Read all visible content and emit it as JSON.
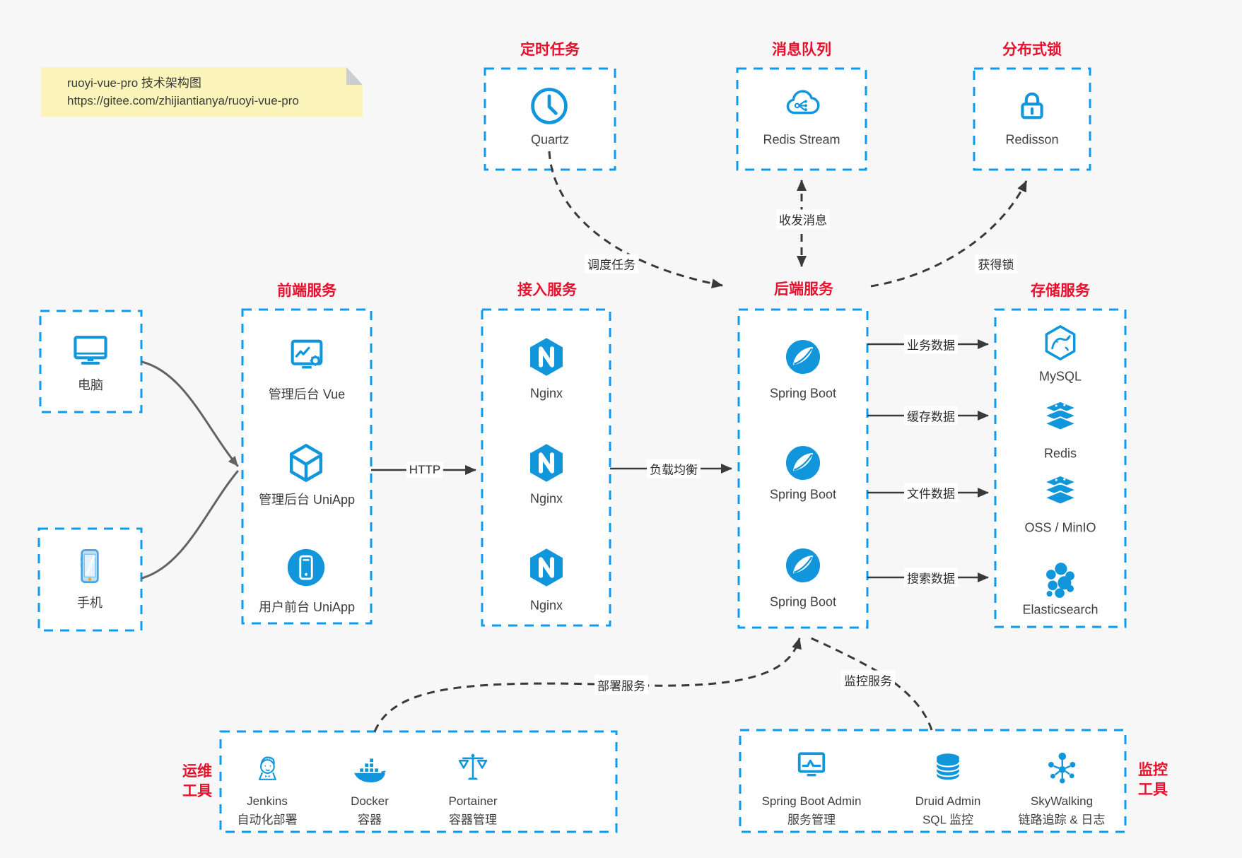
{
  "note": {
    "line1": "ruoyi-vue-pro 技术架构图",
    "line2": "https://gitee.com/zhijiantianya/ruoyi-vue-pro"
  },
  "colors": {
    "icon_blue": "#1296db",
    "border_blue": "#0d9bf0",
    "title_red": "#e8112d",
    "background": "#f7f7f7",
    "note_yellow": "#faf4ba"
  },
  "top_groups": [
    {
      "title": "定时任务",
      "icon": "clock-icon",
      "label": "Quartz"
    },
    {
      "title": "消息队列",
      "icon": "mq-cloud-icon",
      "label": "Redis Stream"
    },
    {
      "title": "分布式锁",
      "icon": "lock-icon",
      "label": "Redisson"
    }
  ],
  "clients": [
    {
      "icon": "computer-icon",
      "label": "电脑"
    },
    {
      "icon": "smartphone-icon",
      "label": "手机"
    }
  ],
  "columns": [
    {
      "title": "前端服务",
      "items": [
        {
          "icon": "admin-vue-icon",
          "label": "管理后台 Vue"
        },
        {
          "icon": "uniapp-cube-icon",
          "label": "管理后台 UniApp"
        },
        {
          "icon": "phone-circle-icon",
          "label": "用户前台 UniApp"
        }
      ]
    },
    {
      "title": "接入服务",
      "items": [
        {
          "icon": "nginx-icon",
          "label": "Nginx"
        },
        {
          "icon": "nginx-icon",
          "label": "Nginx"
        },
        {
          "icon": "nginx-icon",
          "label": "Nginx"
        }
      ]
    },
    {
      "title": "后端服务",
      "items": [
        {
          "icon": "spring-boot-icon",
          "label": "Spring Boot"
        },
        {
          "icon": "spring-boot-icon",
          "label": "Spring Boot"
        },
        {
          "icon": "spring-boot-icon",
          "label": "Spring Boot"
        }
      ]
    },
    {
      "title": "存储服务",
      "items": [
        {
          "icon": "mysql-icon",
          "label": "MySQL"
        },
        {
          "icon": "redis-icon",
          "label": "Redis"
        },
        {
          "icon": "oss-minio-icon",
          "label": "OSS / MinIO"
        },
        {
          "icon": "elasticsearch-icon",
          "label": "Elasticsearch"
        }
      ]
    }
  ],
  "edges": {
    "http": "HTTP",
    "load_balance": "负载均衡",
    "data_arrows": [
      "业务数据",
      "缓存数据",
      "文件数据",
      "搜索数据"
    ],
    "schedule": "调度任务",
    "messages": "收发消息",
    "acquire_lock": "获得锁",
    "deploy": "部署服务",
    "monitor": "监控服务"
  },
  "bottom_groups": [
    {
      "title_lines": [
        "运维",
        "工具"
      ],
      "items": [
        {
          "icon": "jenkins-icon",
          "label": "Jenkins",
          "sublabel": "自动化部署"
        },
        {
          "icon": "docker-icon",
          "label": "Docker",
          "sublabel": "容器"
        },
        {
          "icon": "portainer-icon",
          "label": "Portainer",
          "sublabel": "容器管理"
        }
      ]
    },
    {
      "title_lines": [
        "监控",
        "工具"
      ],
      "items": [
        {
          "icon": "spring-boot-admin-icon",
          "label": "Spring Boot Admin",
          "sublabel": "服务管理"
        },
        {
          "icon": "druid-icon",
          "label": "Druid Admin",
          "sublabel": "SQL 监控"
        },
        {
          "icon": "skywalking-icon",
          "label": "SkyWalking",
          "sublabel": "链路追踪 & 日志"
        }
      ]
    }
  ]
}
